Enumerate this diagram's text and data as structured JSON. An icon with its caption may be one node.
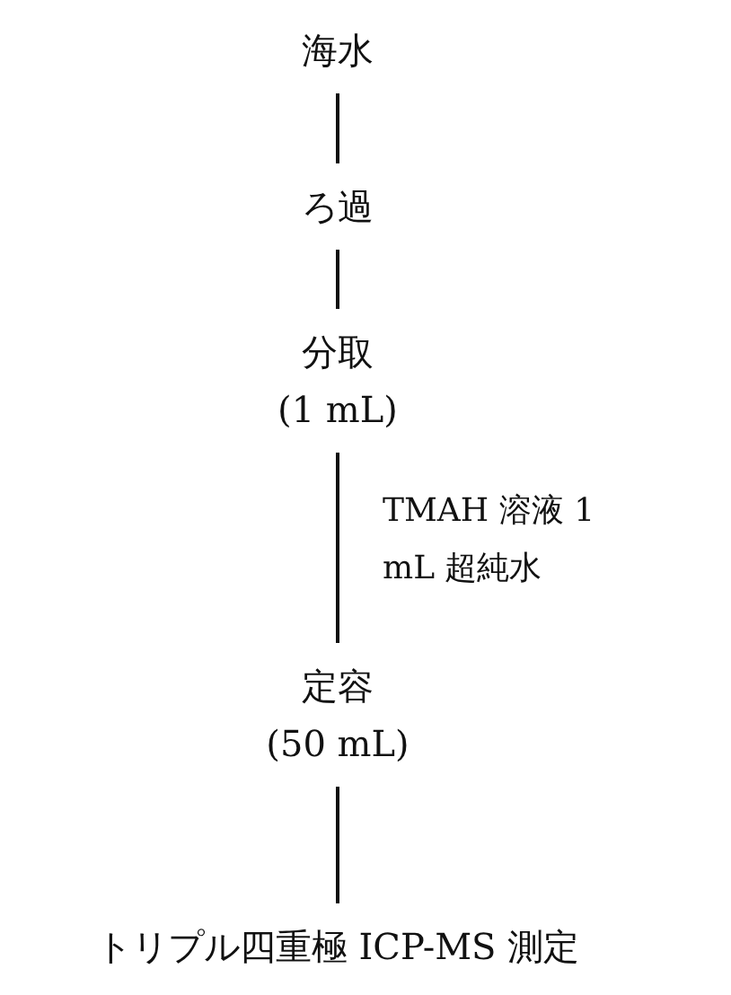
{
  "diagram": {
    "nodes": [
      {
        "text": [
          "海水"
        ]
      },
      {
        "text": [
          "ろ過"
        ]
      },
      {
        "text": [
          "分取",
          "(1 mL)"
        ]
      },
      {
        "text": [
          "定容",
          "(50 mL)"
        ]
      },
      {
        "text": [
          "トリプル四重極 ICP-MS 測定"
        ]
      }
    ],
    "edges": [
      {
        "from": 0,
        "to": 1,
        "arrow": "none"
      },
      {
        "from": 1,
        "to": 2,
        "arrow": "none"
      },
      {
        "from": 2,
        "to": 3,
        "arrow": "none",
        "label": "TMAH 溶液 1 mL 超純水"
      },
      {
        "from": 3,
        "to": 4,
        "arrow": "none"
      }
    ]
  }
}
